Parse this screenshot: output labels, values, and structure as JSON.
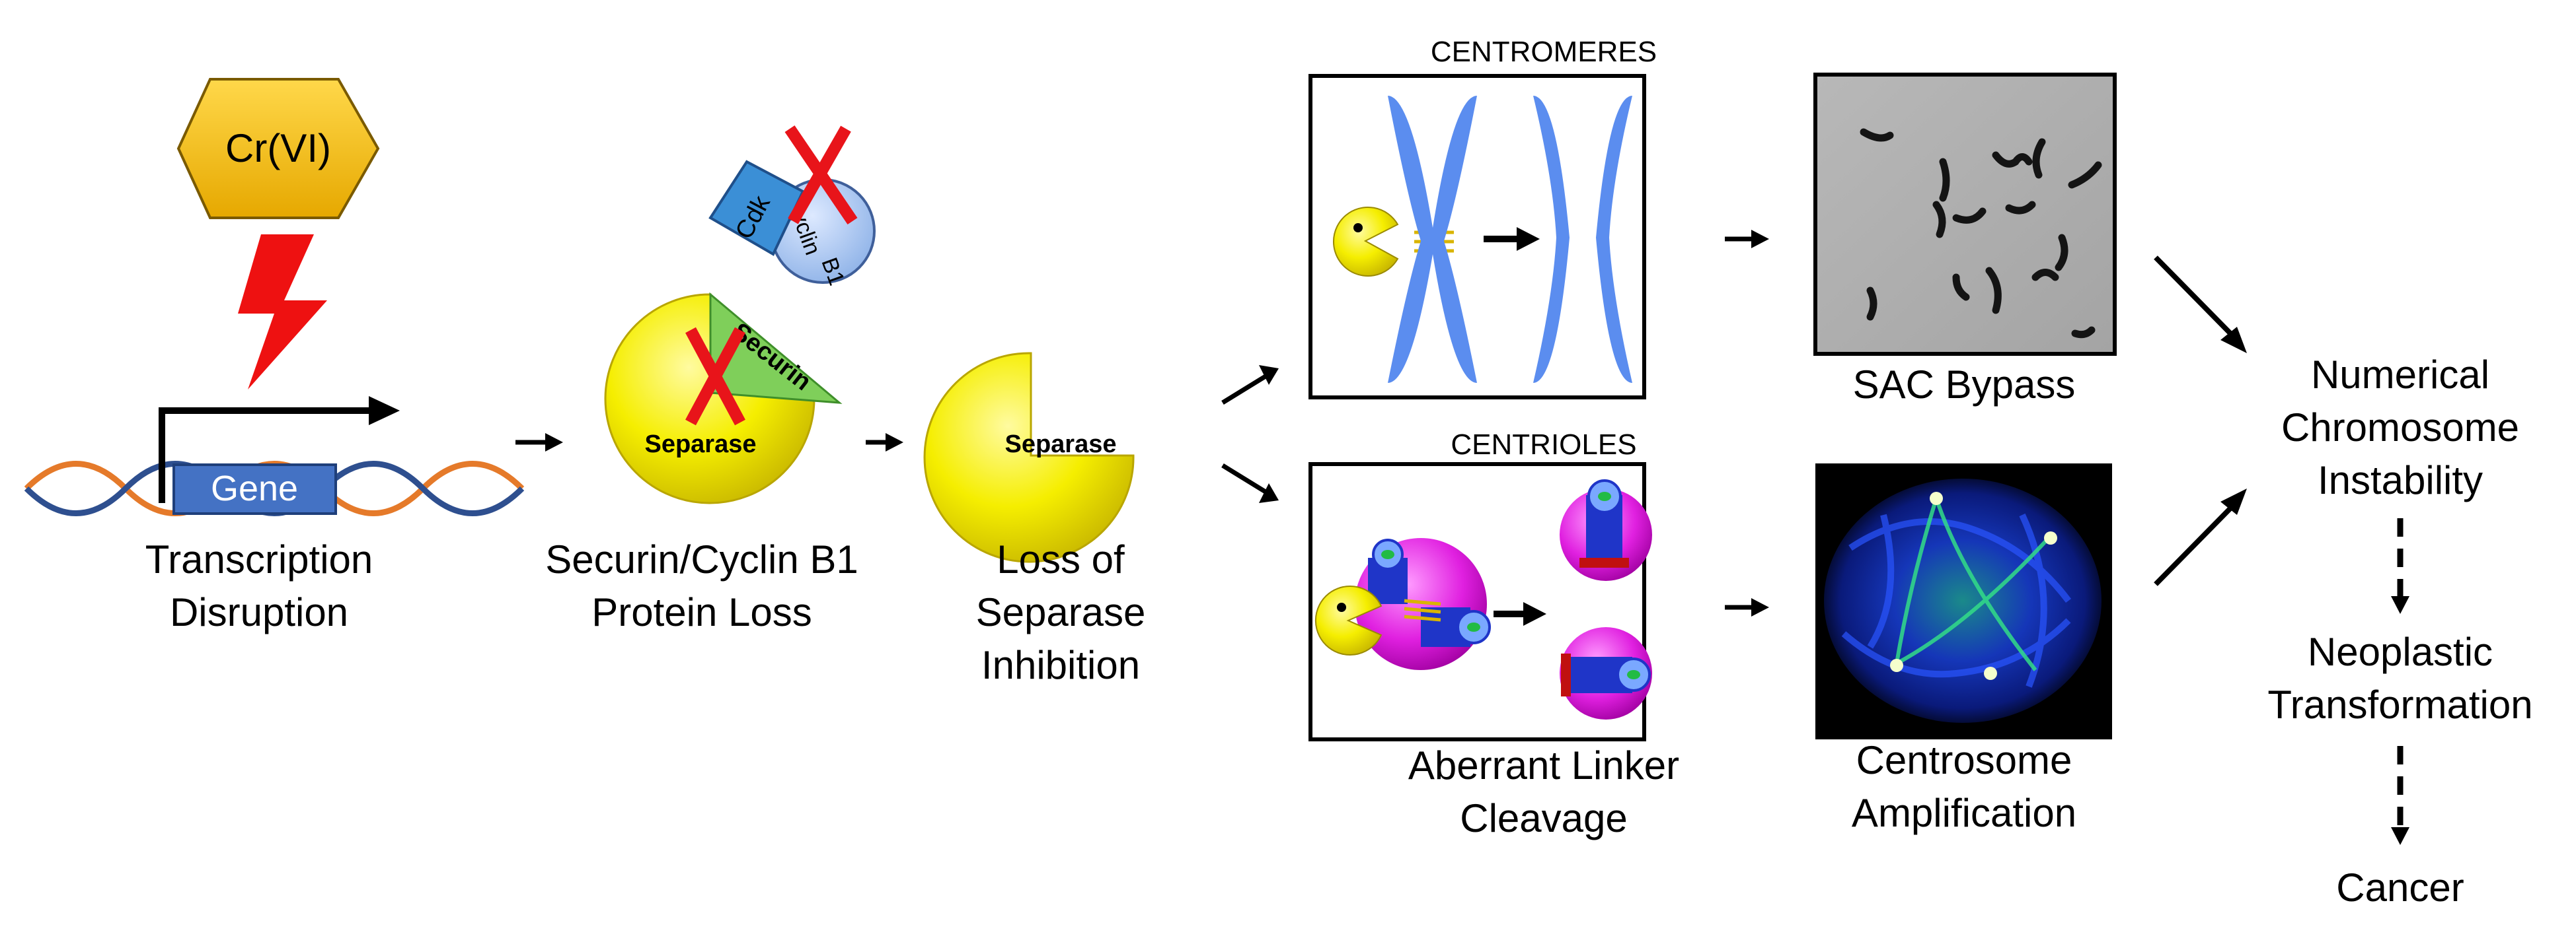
{
  "stimulus": {
    "label": "Cr(VI)"
  },
  "gene": {
    "label": "Gene"
  },
  "steps": {
    "transcription": [
      "Transcription",
      "Disruption"
    ],
    "protein_loss": [
      "Securin/Cyclin B1",
      "Protein Loss"
    ],
    "loss_inhibition": [
      "Loss of",
      "Separase",
      "Inhibition"
    ]
  },
  "proteins": {
    "cdk": "Cdk",
    "cyclin": [
      "Cyclin",
      "B1"
    ],
    "securin": "Securin",
    "separase": "Separase"
  },
  "panels": {
    "centromeres": {
      "header": "CENTROMERES"
    },
    "centrioles": {
      "header": "CENTRIOLES",
      "caption": [
        "Aberrant Linker",
        "Cleavage"
      ]
    }
  },
  "outcomes": {
    "sac_bypass": "SAC Bypass",
    "centrosome": [
      "Centrosome",
      "Amplification"
    ]
  },
  "final": {
    "instability": [
      "Numerical",
      "Chromosome",
      "Instability"
    ],
    "neoplastic": [
      "Neoplastic",
      "Transformation"
    ],
    "cancer": "Cancer"
  },
  "colors": {
    "separase_yellow": "#f2ec00",
    "hexagon_gold": "#f6c200",
    "lightning_red": "#ee1111",
    "gene_blue": "#4472c4",
    "chromosome_blue": "#5b8def",
    "centriole_magenta": "#e020e0",
    "cross_red": "#e8141a"
  }
}
